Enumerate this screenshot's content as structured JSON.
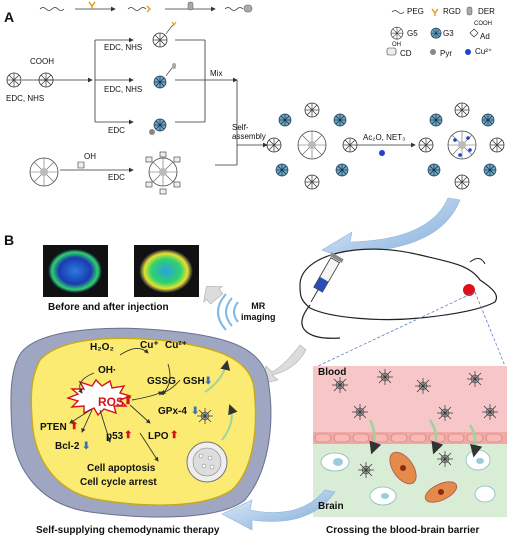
{
  "panelA": {
    "label": "A",
    "reagents": {
      "edc_nhs_left": "EDC, NHS",
      "edc_nhs_1": "EDC, NHS",
      "edc_nhs_2": "EDC, NHS",
      "edc_3": "EDC",
      "edc_4": "EDC",
      "cooh": "COOH",
      "oh": "OH",
      "mix": "Mix",
      "self_assembly": "Self-\nassembly",
      "ac2o": "Ac₂O, NET₃"
    },
    "legend": [
      {
        "label": "PEG",
        "icon": "peg-icon"
      },
      {
        "label": "RGD",
        "icon": "rgd-icon"
      },
      {
        "label": "DER",
        "icon": "der-icon"
      },
      {
        "label": "G5",
        "icon": "g5-icon"
      },
      {
        "label": "G3",
        "icon": "g3-icon"
      },
      {
        "label": "Ad",
        "icon": "ad-icon"
      },
      {
        "label": "CD",
        "icon": "cd-icon"
      },
      {
        "label": "Pyr",
        "icon": "pyr-icon"
      },
      {
        "label": "Cu²⁺",
        "icon": "cu-icon"
      }
    ],
    "legend_cooh": "COOH",
    "legend_oh": "OH"
  },
  "panelB": {
    "label": "B",
    "before_after": "Before and after injection",
    "mr_imaging": "MR\nimaging",
    "blood": "Blood",
    "brain": "Brain",
    "cell": {
      "h2o2": "H₂O₂",
      "cu_plus": "Cu⁺",
      "cu_2plus": "Cu²⁺",
      "oh_rad": "OH·",
      "gssg": "GSSG",
      "gsh": "GSH",
      "ros": "ROS",
      "gpx4": "GPx-4",
      "pten": "PTEN",
      "p53": "p53",
      "lpo": "LPO",
      "bcl2": "Bcl-2",
      "apoptosis": "Cell apoptosis",
      "arrest": "Cell cycle arrest"
    },
    "caption_left": "Self-supplying chemodynamic therapy",
    "caption_right": "Crossing the blood-brain barrier"
  },
  "colors": {
    "cell_fill": "#fbeb73",
    "cell_outer": "#9fa6c2",
    "blood": "#f6c6c8",
    "brain": "#d9ecd6",
    "cu2": "#1f3fd6",
    "ros": "#d4141b",
    "arrow_blue": "#8fb6de",
    "g3": "#6aa6c9",
    "up_arrow": "#d4141b",
    "down_arrow": "#3a6fc0"
  }
}
